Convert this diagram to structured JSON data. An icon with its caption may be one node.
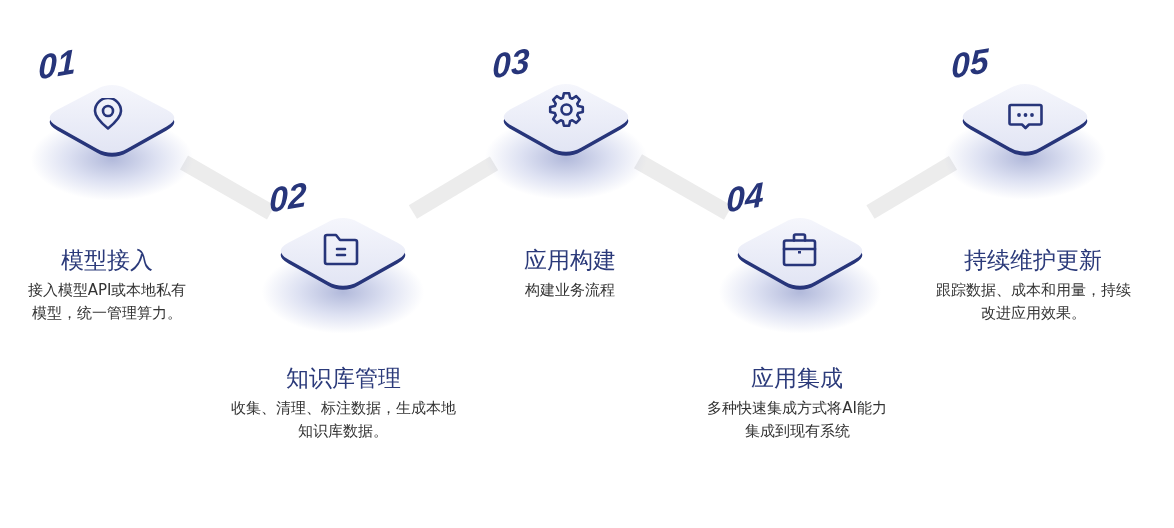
{
  "diagram": {
    "nodes": [
      {
        "text": [
          "模型接入"
        ],
        "beside": [
          "01"
        ]
      },
      {
        "text": [
          "知识库管理"
        ],
        "beside": [
          "02"
        ]
      },
      {
        "text": [
          "应用构建"
        ],
        "beside": [
          "03"
        ]
      },
      {
        "text": [
          "应用集成"
        ],
        "beside": [
          "04"
        ]
      },
      {
        "text": [
          "持续维护更新"
        ],
        "beside": [
          "05"
        ]
      }
    ],
    "edges": [
      {
        "from": 0,
        "to": 1,
        "arrow": "none"
      },
      {
        "from": 1,
        "to": 2,
        "arrow": "none"
      },
      {
        "from": 2,
        "to": 3,
        "arrow": "none"
      },
      {
        "from": 3,
        "to": 4,
        "arrow": "none"
      }
    ],
    "labels": [
      "接入模型API或本地私有模型，统一管理算力。",
      "收集、清理、标注数据，生成本地知识库数据。",
      "构建业务流程",
      "多种快速集成方式将AI能力集成到现有系统",
      "跟踪数据、成本和用量，持续改进应用效果。"
    ]
  }
}
